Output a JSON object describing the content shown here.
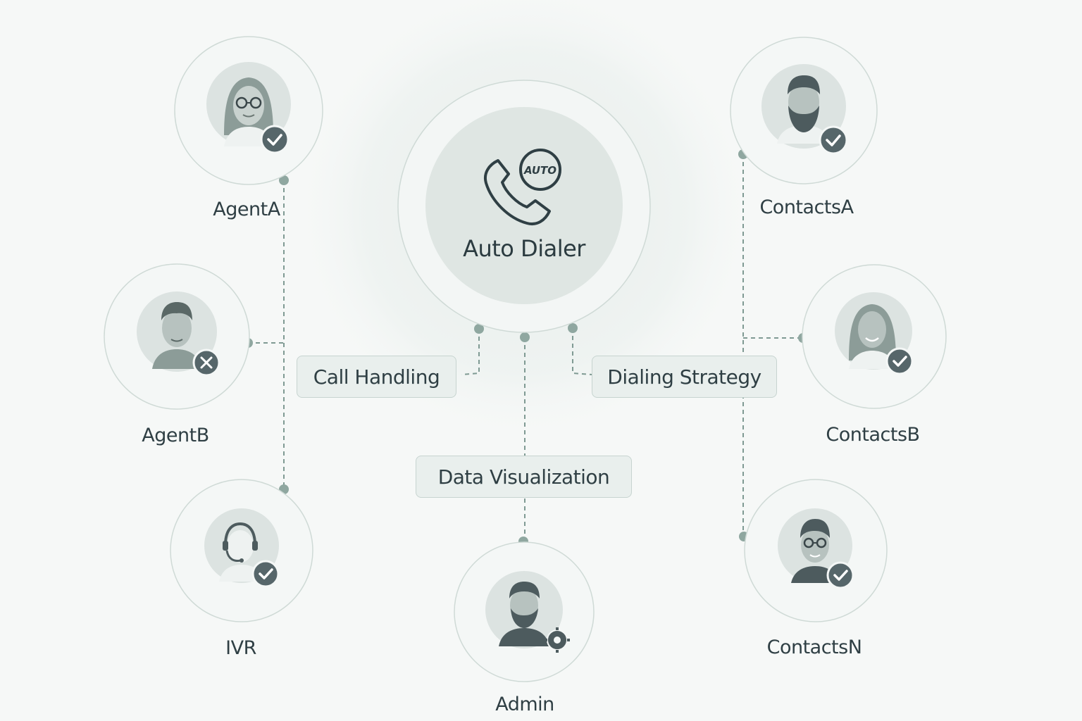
{
  "center": {
    "title": "Auto Dialer",
    "badge": "AUTO",
    "icon": "phone-icon"
  },
  "modules": [
    {
      "key": "call_handling",
      "label": "Call Handling"
    },
    {
      "key": "dialing_strategy",
      "label": "Dialing Strategy"
    },
    {
      "key": "data_visualization",
      "label": "Data Visualization"
    }
  ],
  "nodes": [
    {
      "key": "agent_a",
      "label": "AgentA",
      "avatar": "woman-glasses",
      "status": "check"
    },
    {
      "key": "agent_b",
      "label": "AgentB",
      "avatar": "man",
      "status": "cross"
    },
    {
      "key": "ivr",
      "label": "IVR",
      "avatar": "headset",
      "status": "check"
    },
    {
      "key": "admin",
      "label": "Admin",
      "avatar": "man-beard",
      "status": "gear"
    },
    {
      "key": "contacts_a",
      "label": "ContactsA",
      "avatar": "man-beard",
      "status": "check"
    },
    {
      "key": "contacts_b",
      "label": "ContactsB",
      "avatar": "woman",
      "status": "check"
    },
    {
      "key": "contacts_n",
      "label": "ContactsN",
      "avatar": "man-glasses",
      "status": "check"
    }
  ],
  "colors": {
    "background": "#f6f8f7",
    "connector": "#7f9a93",
    "badge": "#56666a",
    "avatar_fill": "#dfe5e3",
    "text": "#2f3f44"
  }
}
